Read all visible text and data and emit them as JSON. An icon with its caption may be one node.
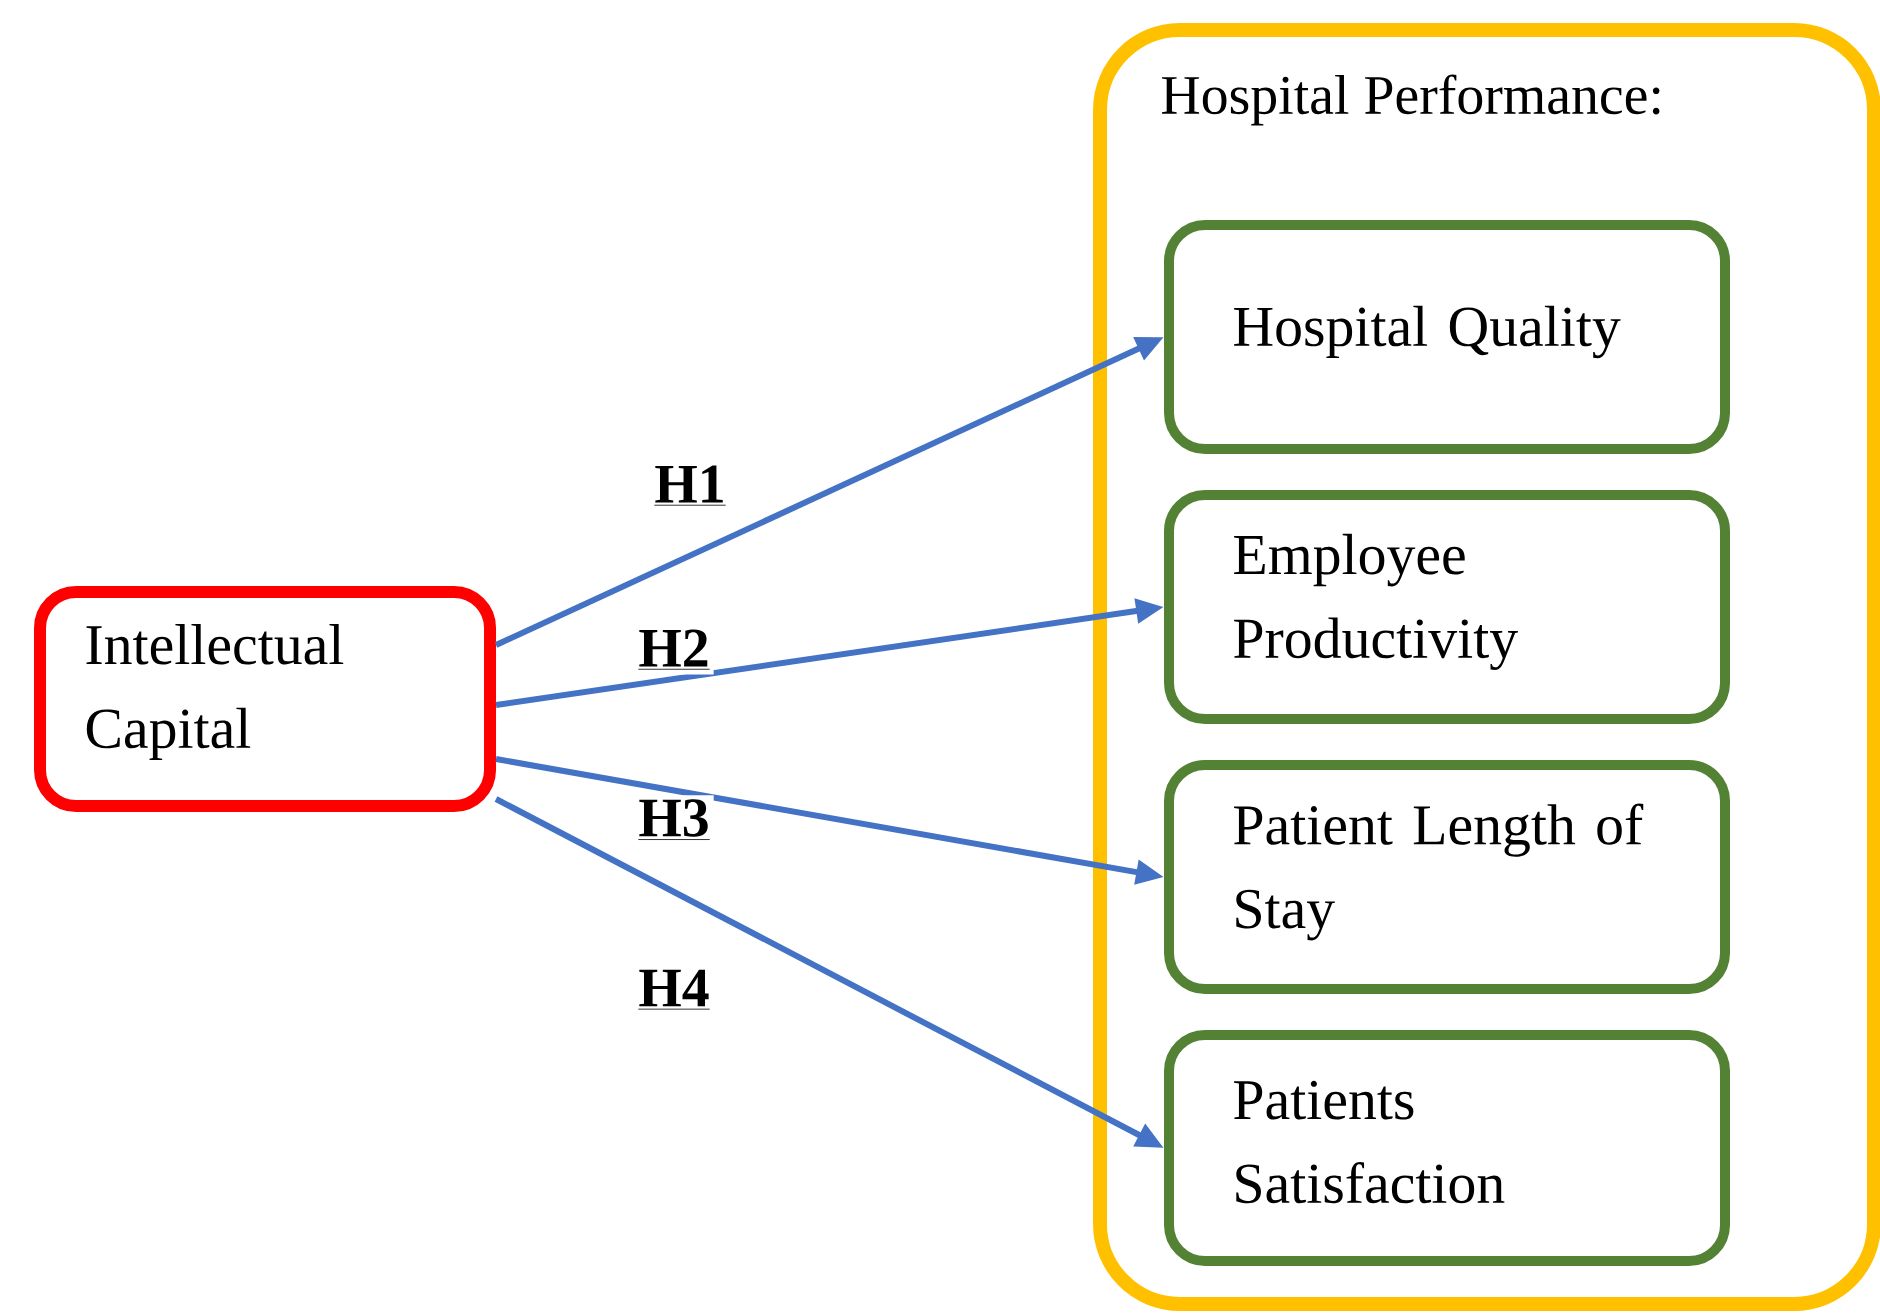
{
  "diagram": {
    "nodes": [
      {
        "text": [
          "Hospital Performance:"
        ]
      },
      {
        "text": [
          "Intellectual Capital"
        ]
      },
      {
        "text": [
          "Hospital Quality"
        ],
        "in": 0
      },
      {
        "text": [
          "Employee Productivity"
        ],
        "in": 0
      },
      {
        "text": [
          "Patient Length of Stay"
        ],
        "in": 0
      },
      {
        "text": [
          "Patients Satisfaction"
        ],
        "in": 0
      }
    ],
    "edges": [
      {
        "from": 1,
        "to": 2,
        "arrow": "to",
        "label": "H1"
      },
      {
        "from": 1,
        "to": 3,
        "arrow": "to",
        "label": "H2"
      },
      {
        "from": 1,
        "to": 4,
        "arrow": "to",
        "label": "H3"
      },
      {
        "from": 1,
        "to": 5,
        "arrow": "to",
        "label": "H4"
      }
    ]
  }
}
